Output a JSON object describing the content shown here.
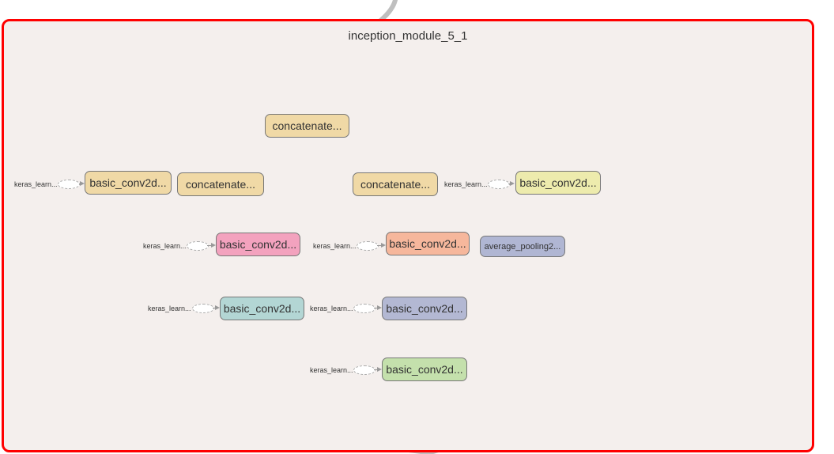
{
  "module": {
    "title": "inception_module_5_1"
  },
  "nodes": {
    "concat_top": "concatenate...",
    "conv_left": "basic_conv2d...",
    "concat_left": "concatenate...",
    "concat_right": "concatenate...",
    "conv_right": "basic_conv2d...",
    "conv_pink": "basic_conv2d...",
    "conv_orange": "basic_conv2d...",
    "avg_pool": "average_pooling2...",
    "conv_teal": "basic_conv2d...",
    "conv_blue": "basic_conv2d...",
    "conv_green": "basic_conv2d..."
  },
  "keras_label": "keras_learn...",
  "colors": {
    "module_border": "#ff0000",
    "module_bg": "#f4efed",
    "tan": "#f0d9a6",
    "yellow": "#edebad",
    "pink": "#f3a2be",
    "orange": "#f6b79c",
    "lavender": "#b0b6d3",
    "teal": "#b3d6d4",
    "blue": "#b3b8d3",
    "green": "#c4e0ac",
    "edge": "#bfbfbf"
  }
}
